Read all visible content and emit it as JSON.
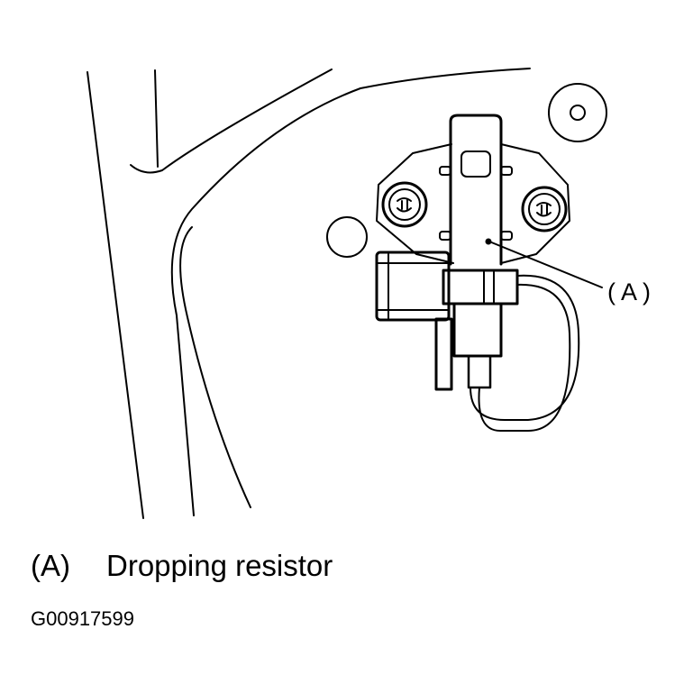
{
  "callout": {
    "label": "( A )"
  },
  "legend": {
    "key": "(A)",
    "description": "Dropping resistor"
  },
  "figure_id": "G00917599",
  "colors": {
    "line": "#000000",
    "background": "#ffffff"
  }
}
